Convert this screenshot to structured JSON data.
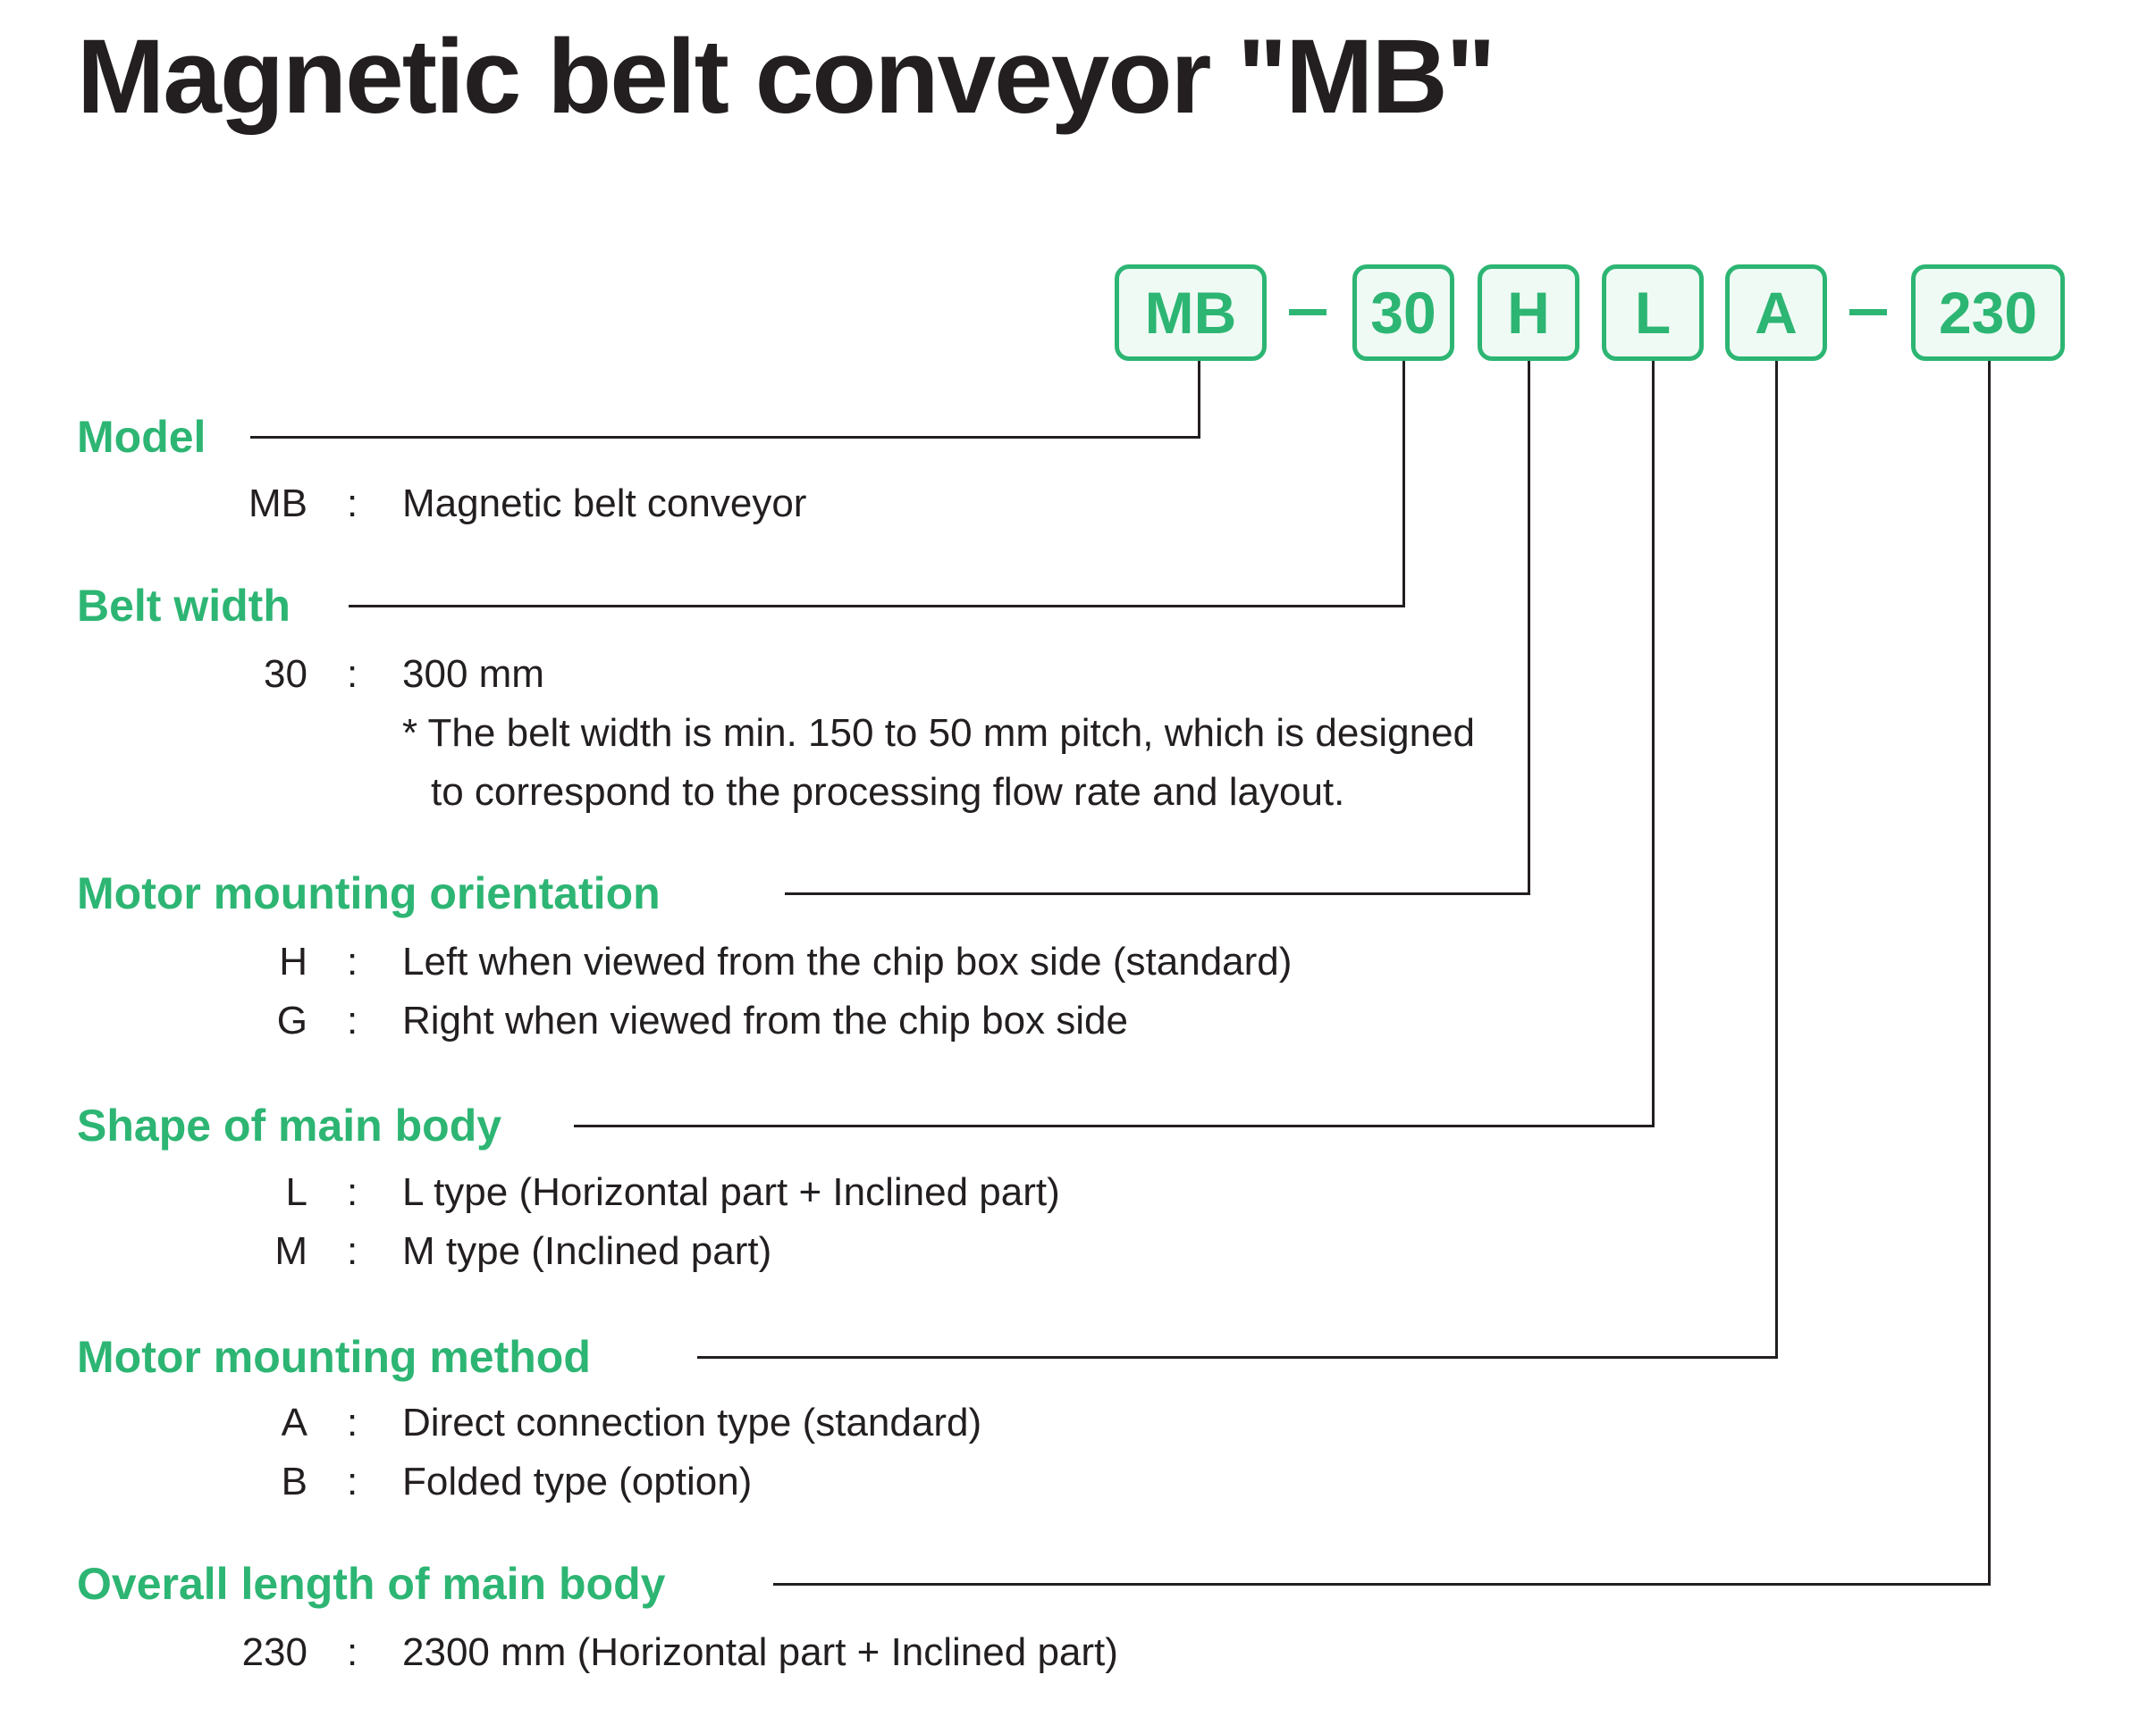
{
  "title": "Magnetic belt conveyor \"MB\"",
  "code": {
    "boxes": [
      {
        "id": "model",
        "text": "MB"
      },
      {
        "id": "belt-width",
        "text": "30"
      },
      {
        "id": "motor-orientation",
        "text": "H"
      },
      {
        "id": "body-shape",
        "text": "L"
      },
      {
        "id": "motor-method",
        "text": "A"
      },
      {
        "id": "overall-length",
        "text": "230"
      }
    ]
  },
  "colors": {
    "accent": "#2db573",
    "text": "#231f20",
    "box_fill": "#effaf4"
  },
  "sections": [
    {
      "label": "Model",
      "rows": [
        {
          "code": "MB",
          "desc": "Magnetic belt conveyor"
        }
      ]
    },
    {
      "label": "Belt width",
      "rows": [
        {
          "code": "30",
          "desc": "300 mm"
        }
      ],
      "note": [
        "* The belt width is min. 150 to 50 mm pitch, which is designed",
        "to correspond to the processing flow rate and layout."
      ]
    },
    {
      "label": "Motor mounting orientation",
      "rows": [
        {
          "code": "H",
          "desc": "Left when viewed from the chip box side (standard)"
        },
        {
          "code": "G",
          "desc": "Right when viewed from the chip box side"
        }
      ]
    },
    {
      "label": "Shape of main body",
      "rows": [
        {
          "code": "L",
          "desc": "L type (Horizontal part + Inclined part)"
        },
        {
          "code": "M",
          "desc": "M type (Inclined part)"
        }
      ]
    },
    {
      "label": "Motor mounting method",
      "rows": [
        {
          "code": "A",
          "desc": "Direct connection type (standard)"
        },
        {
          "code": "B",
          "desc": "Folded type (option)"
        }
      ]
    },
    {
      "label": "Overall length of main body",
      "rows": [
        {
          "code": "230",
          "desc": "2300 mm (Horizontal part + Inclined part)"
        }
      ]
    }
  ],
  "colon": ":"
}
